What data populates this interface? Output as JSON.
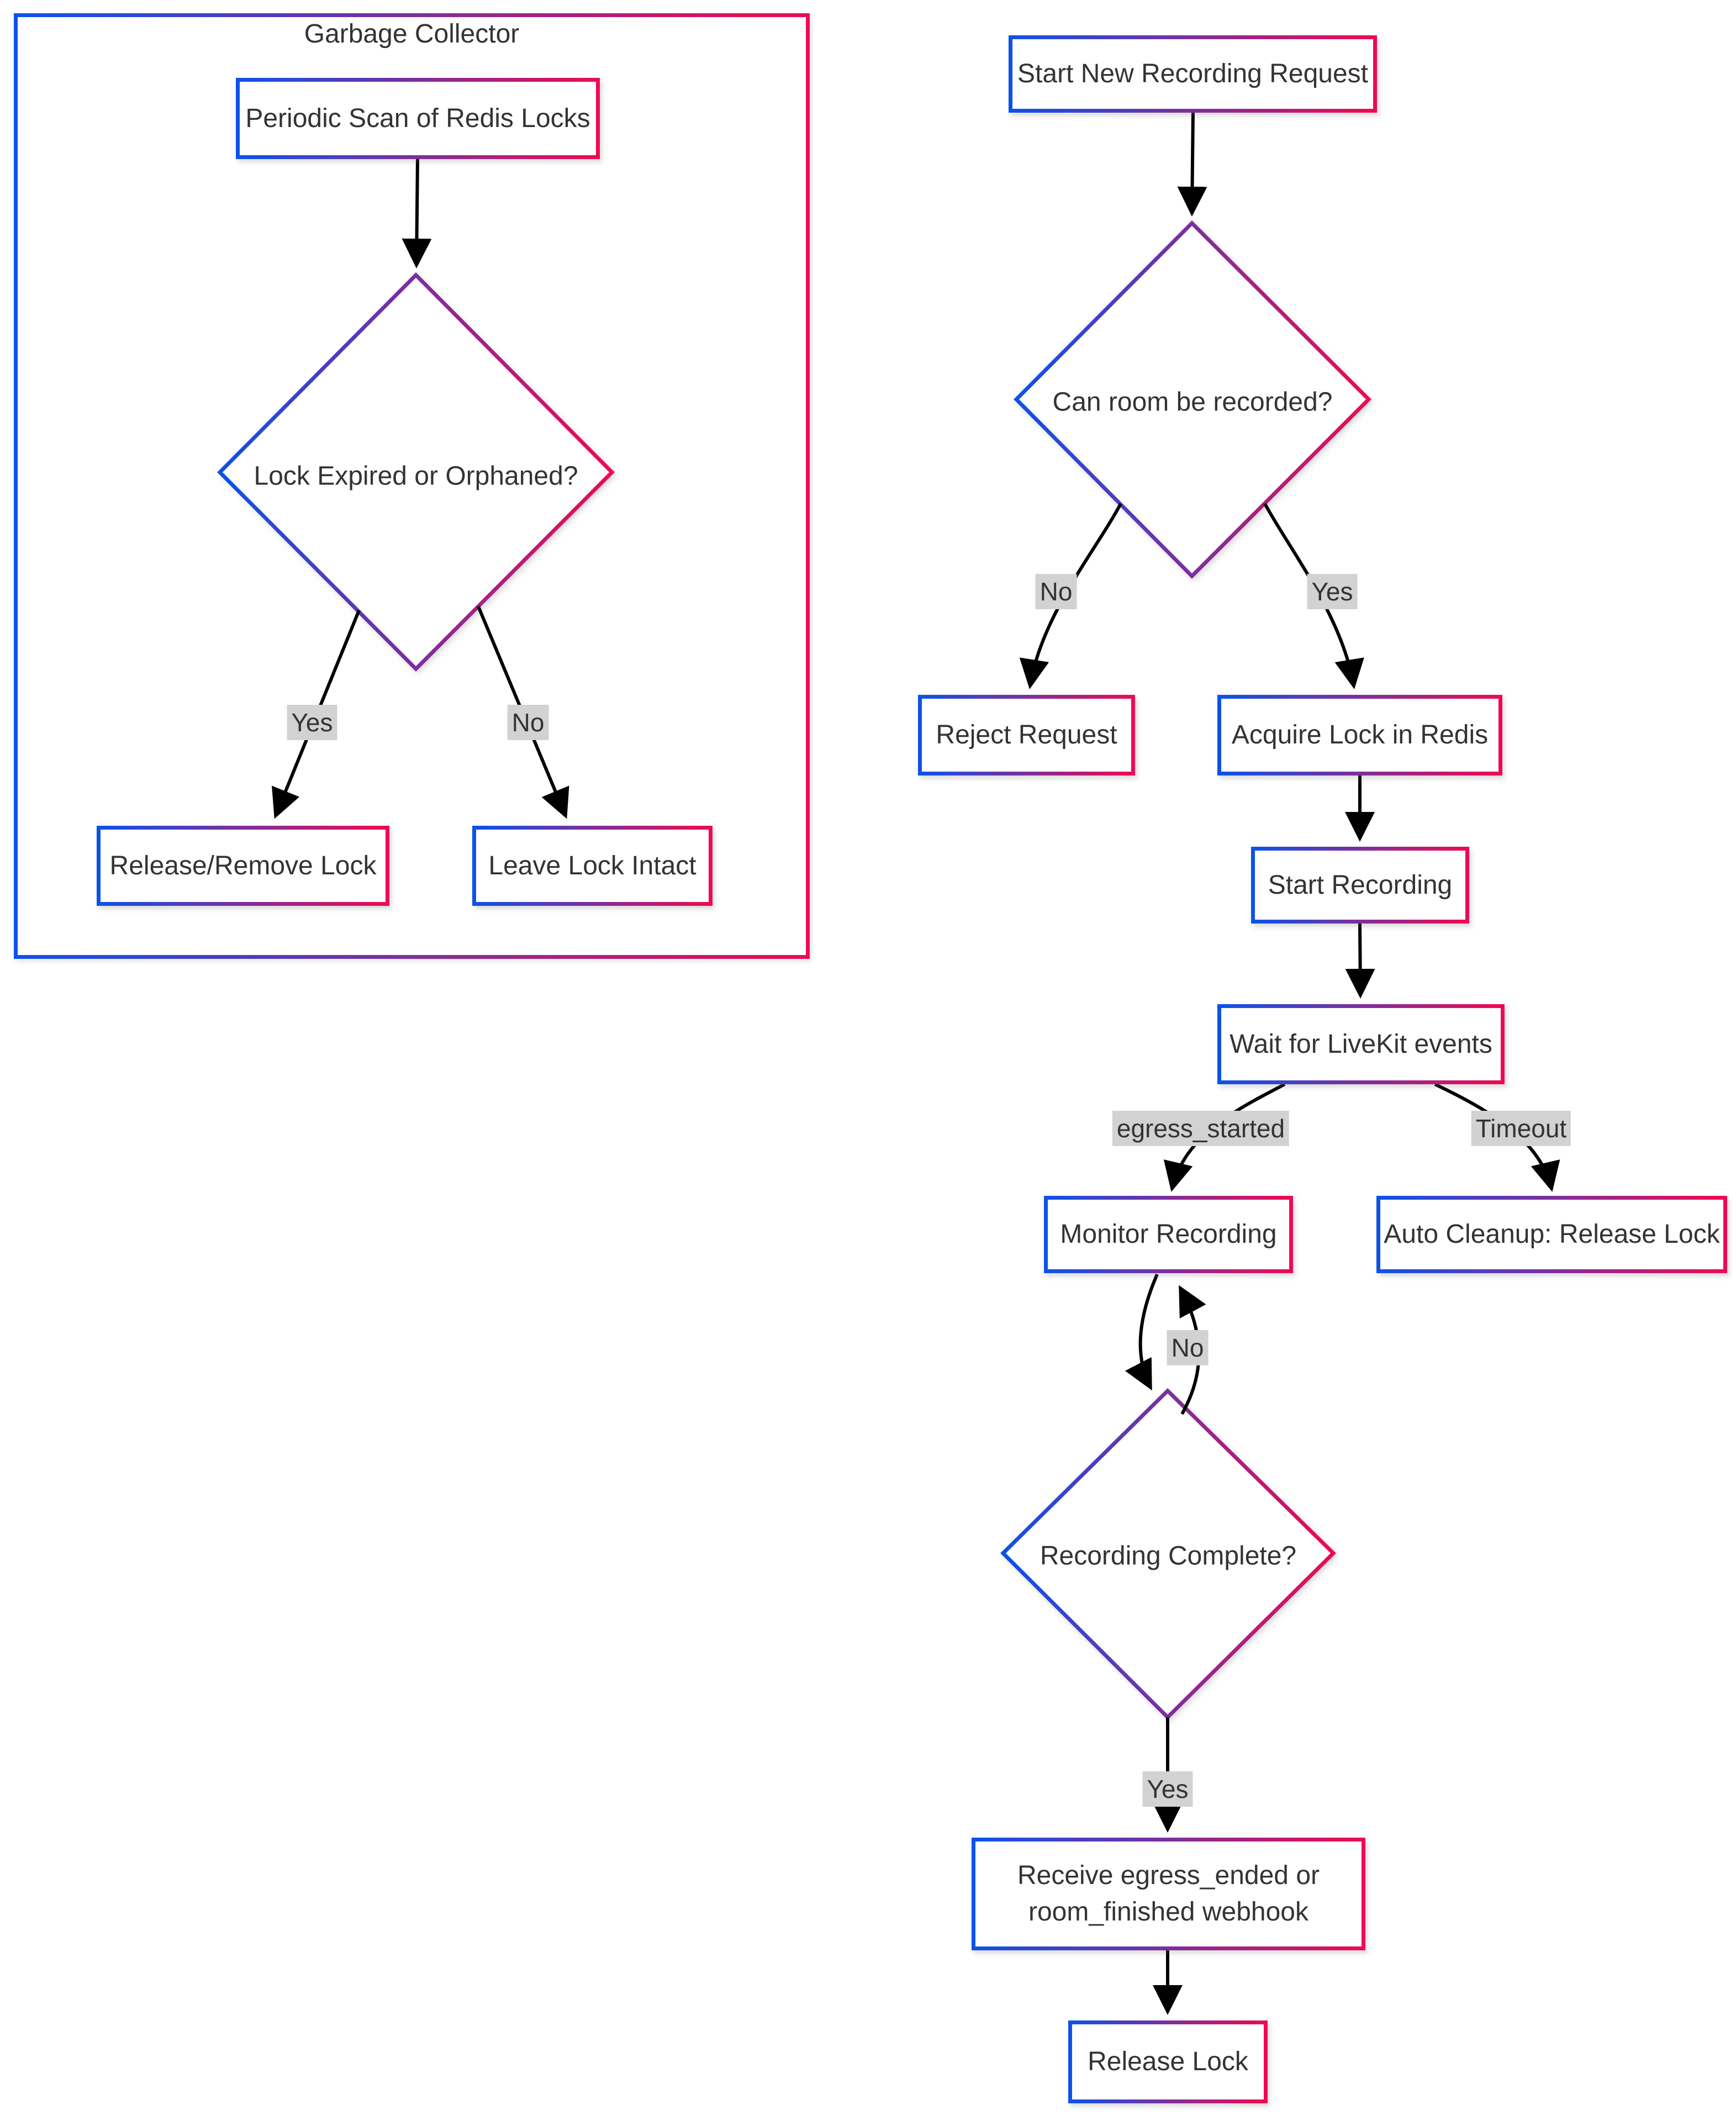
{
  "colors": {
    "gradient_start": "#0d52e8",
    "gradient_end": "#ee0a52",
    "text": "#333333",
    "edge": "#000000",
    "label_bg": "#d2d2d2",
    "node_fill": "#ffffff",
    "background": "#ffffff"
  },
  "subgraph": {
    "title": "Garbage Collector"
  },
  "nodes": {
    "periodic_scan": {
      "label": "Periodic Scan of Redis Locks"
    },
    "lock_expired": {
      "label": "Lock Expired or Orphaned?"
    },
    "release_remove": {
      "label": "Release/Remove Lock"
    },
    "leave_intact": {
      "label": "Leave Lock Intact"
    },
    "start_request": {
      "label": "Start New Recording Request"
    },
    "can_record": {
      "label": "Can room be recorded?"
    },
    "reject": {
      "label": "Reject Request"
    },
    "acquire": {
      "label": "Acquire Lock in Redis"
    },
    "start_recording": {
      "label": "Start Recording"
    },
    "wait_events": {
      "label": "Wait for LiveKit events"
    },
    "monitor": {
      "label": "Monitor Recording"
    },
    "auto_cleanup": {
      "label": "Auto Cleanup: Release Lock"
    },
    "recording_complete": {
      "label": "Recording Complete?"
    },
    "webhook": {
      "line1": "Receive egress_ended or",
      "line2": "room_finished webhook"
    },
    "release_lock": {
      "label": "Release Lock"
    }
  },
  "edge_labels": {
    "gc_yes": "Yes",
    "gc_no": "No",
    "can_no": "No",
    "can_yes": "Yes",
    "egress_started": "egress_started",
    "timeout": "Timeout",
    "loop_no": "No",
    "complete_yes": "Yes"
  }
}
